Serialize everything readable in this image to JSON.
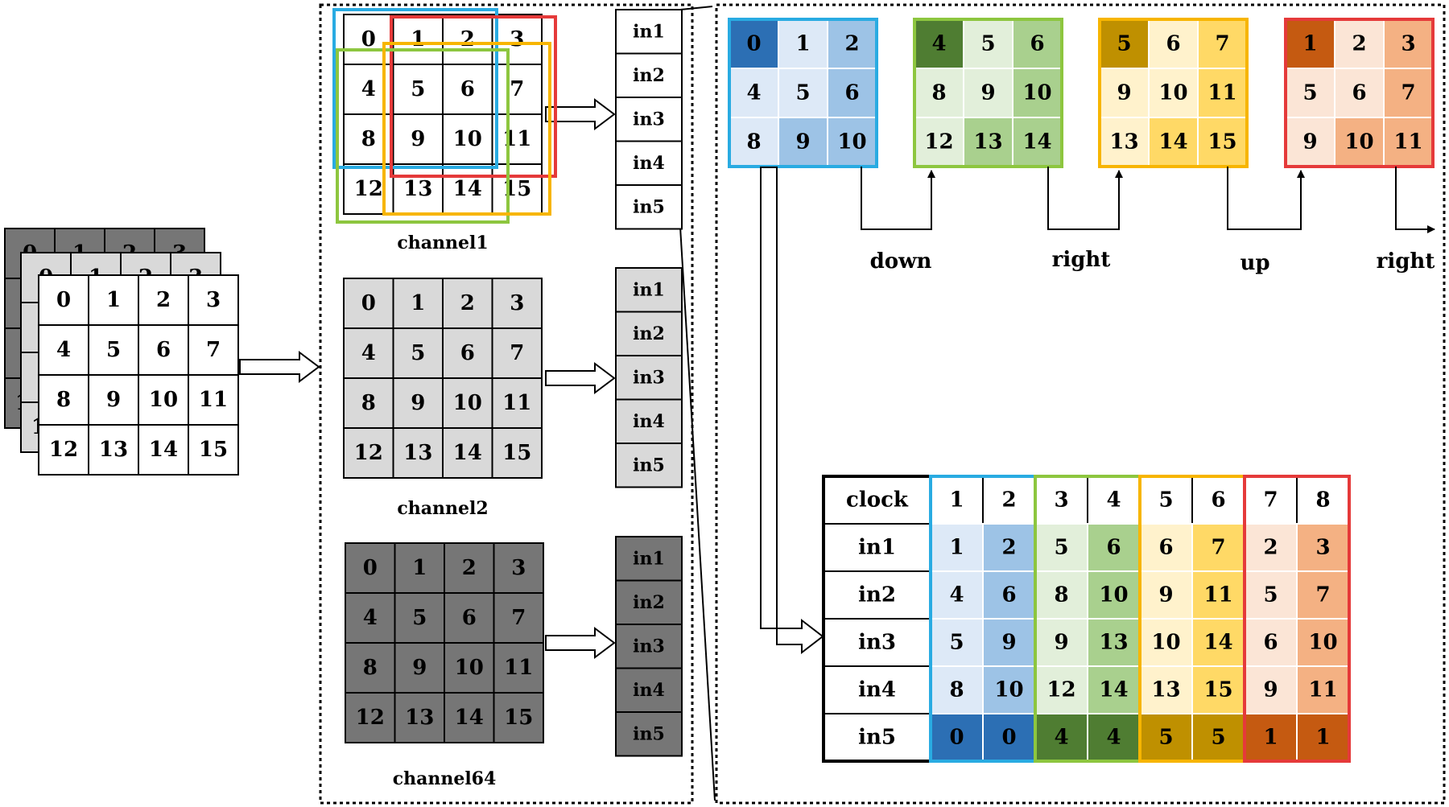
{
  "input_stack": {
    "grid": [
      [
        "0",
        "1",
        "2",
        "3"
      ],
      [
        "4",
        "5",
        "6",
        "7"
      ],
      [
        "8",
        "9",
        "10",
        "11"
      ],
      [
        "12",
        "13",
        "14",
        "15"
      ]
    ]
  },
  "channels": [
    {
      "label": "channel1",
      "grid": [
        [
          "0",
          "1",
          "2",
          "3"
        ],
        [
          "4",
          "5",
          "6",
          "7"
        ],
        [
          "8",
          "9",
          "10",
          "11"
        ],
        [
          "12",
          "13",
          "14",
          "15"
        ]
      ],
      "fill": "#ffffff",
      "ports": [
        "in1",
        "in2",
        "in3",
        "in4",
        "in5"
      ]
    },
    {
      "label": "channel2",
      "grid": [
        [
          "0",
          "1",
          "2",
          "3"
        ],
        [
          "4",
          "5",
          "6",
          "7"
        ],
        [
          "8",
          "9",
          "10",
          "11"
        ],
        [
          "12",
          "13",
          "14",
          "15"
        ]
      ],
      "fill": "#d9d9d9",
      "ports": [
        "in1",
        "in2",
        "in3",
        "in4",
        "in5"
      ]
    },
    {
      "label": "channel64",
      "grid": [
        [
          "0",
          "1",
          "2",
          "3"
        ],
        [
          "4",
          "5",
          "6",
          "7"
        ],
        [
          "8",
          "9",
          "10",
          "11"
        ],
        [
          "12",
          "13",
          "14",
          "15"
        ]
      ],
      "fill": "#767676",
      "ports": [
        "in1",
        "in2",
        "in3",
        "in4",
        "in5"
      ]
    }
  ],
  "colors": {
    "blue": "#29abe2",
    "green": "#8dc63f",
    "orange": "#f7b500",
    "red": "#e53a3a",
    "gray_light": "#d9d9d9",
    "gray_dark": "#767676"
  },
  "windows": [
    {
      "name": "blue",
      "cells": [
        [
          "0",
          "1",
          "2"
        ],
        [
          "4",
          "5",
          "6"
        ],
        [
          "8",
          "9",
          "10"
        ]
      ],
      "fills": [
        [
          "#2c6fb4",
          "#dde9f7",
          "#9dc3e6"
        ],
        [
          "#dde9f7",
          "#dde9f7",
          "#9dc3e6"
        ],
        [
          "#dde9f7",
          "#9dc3e6",
          "#9dc3e6"
        ]
      ]
    },
    {
      "name": "green",
      "cells": [
        [
          "4",
          "5",
          "6"
        ],
        [
          "8",
          "9",
          "10"
        ],
        [
          "12",
          "13",
          "14"
        ]
      ],
      "fills": [
        [
          "#4f7d32",
          "#e2efda",
          "#a9d08e"
        ],
        [
          "#e2efda",
          "#e2efda",
          "#a9d08e"
        ],
        [
          "#e2efda",
          "#a9d08e",
          "#a9d08e"
        ]
      ]
    },
    {
      "name": "orange",
      "cells": [
        [
          "5",
          "6",
          "7"
        ],
        [
          "9",
          "10",
          "11"
        ],
        [
          "13",
          "14",
          "15"
        ]
      ],
      "fills": [
        [
          "#bf9000",
          "#fff2cc",
          "#ffd966"
        ],
        [
          "#fff2cc",
          "#fff2cc",
          "#ffd966"
        ],
        [
          "#fff2cc",
          "#ffd966",
          "#ffd966"
        ]
      ]
    },
    {
      "name": "red",
      "cells": [
        [
          "1",
          "2",
          "3"
        ],
        [
          "5",
          "6",
          "7"
        ],
        [
          "9",
          "10",
          "11"
        ]
      ],
      "fills": [
        [
          "#c55a11",
          "#fbe5d6",
          "#f4b183"
        ],
        [
          "#fbe5d6",
          "#fbe5d6",
          "#f4b183"
        ],
        [
          "#fbe5d6",
          "#f4b183",
          "#f4b183"
        ]
      ]
    }
  ],
  "directions": [
    "down",
    "right",
    "up",
    "right"
  ],
  "table": {
    "header": [
      "clock",
      "1",
      "2",
      "3",
      "4",
      "5",
      "6",
      "7",
      "8"
    ],
    "rows": [
      {
        "label": "in1",
        "values": [
          "1",
          "2",
          "5",
          "6",
          "6",
          "7",
          "2",
          "3"
        ]
      },
      {
        "label": "in2",
        "values": [
          "4",
          "6",
          "8",
          "10",
          "9",
          "11",
          "5",
          "7"
        ]
      },
      {
        "label": "in3",
        "values": [
          "5",
          "9",
          "9",
          "13",
          "10",
          "14",
          "6",
          "10"
        ]
      },
      {
        "label": "in4",
        "values": [
          "8",
          "10",
          "12",
          "14",
          "13",
          "15",
          "9",
          "11"
        ]
      },
      {
        "label": "in5",
        "values": [
          "0",
          "0",
          "4",
          "4",
          "5",
          "5",
          "1",
          "1"
        ]
      }
    ],
    "light_fills": [
      "#dde9f7",
      "#9dc3e6",
      "#e2efda",
      "#a9d08e",
      "#fff2cc",
      "#ffd966",
      "#fbe5d6",
      "#f4b183"
    ],
    "dark_fills": [
      "#2c6fb4",
      "#2c6fb4",
      "#4f7d32",
      "#4f7d32",
      "#bf9000",
      "#bf9000",
      "#c55a11",
      "#c55a11"
    ],
    "group_colors": [
      "blue",
      "green",
      "orange",
      "red"
    ]
  }
}
